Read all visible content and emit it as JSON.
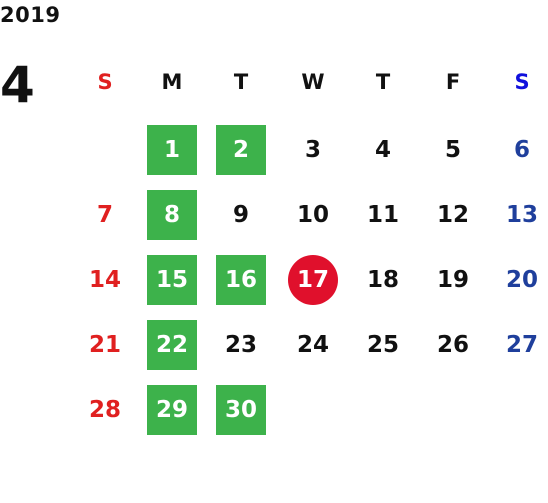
{
  "year": "2019",
  "month": "4",
  "weekdays": [
    "S",
    "M",
    "T",
    "W",
    "T",
    "F",
    "S"
  ],
  "weeks": [
    [
      "",
      "1",
      "2",
      "3",
      "4",
      "5",
      "6"
    ],
    [
      "7",
      "8",
      "9",
      "10",
      "11",
      "12",
      "13"
    ],
    [
      "14",
      "15",
      "16",
      "17",
      "18",
      "19",
      "20"
    ],
    [
      "21",
      "22",
      "23",
      "24",
      "25",
      "26",
      "27"
    ],
    [
      "28",
      "29",
      "30",
      "",
      "",
      "",
      ""
    ]
  ],
  "highlighted_days": [
    "1",
    "2",
    "8",
    "15",
    "16",
    "22",
    "29",
    "30"
  ],
  "today": "17",
  "colors": {
    "sunday": "#e02020",
    "saturday": "#1f3f9c",
    "highlight": "#3db24b",
    "today": "#e0102c",
    "text": "#111111"
  }
}
